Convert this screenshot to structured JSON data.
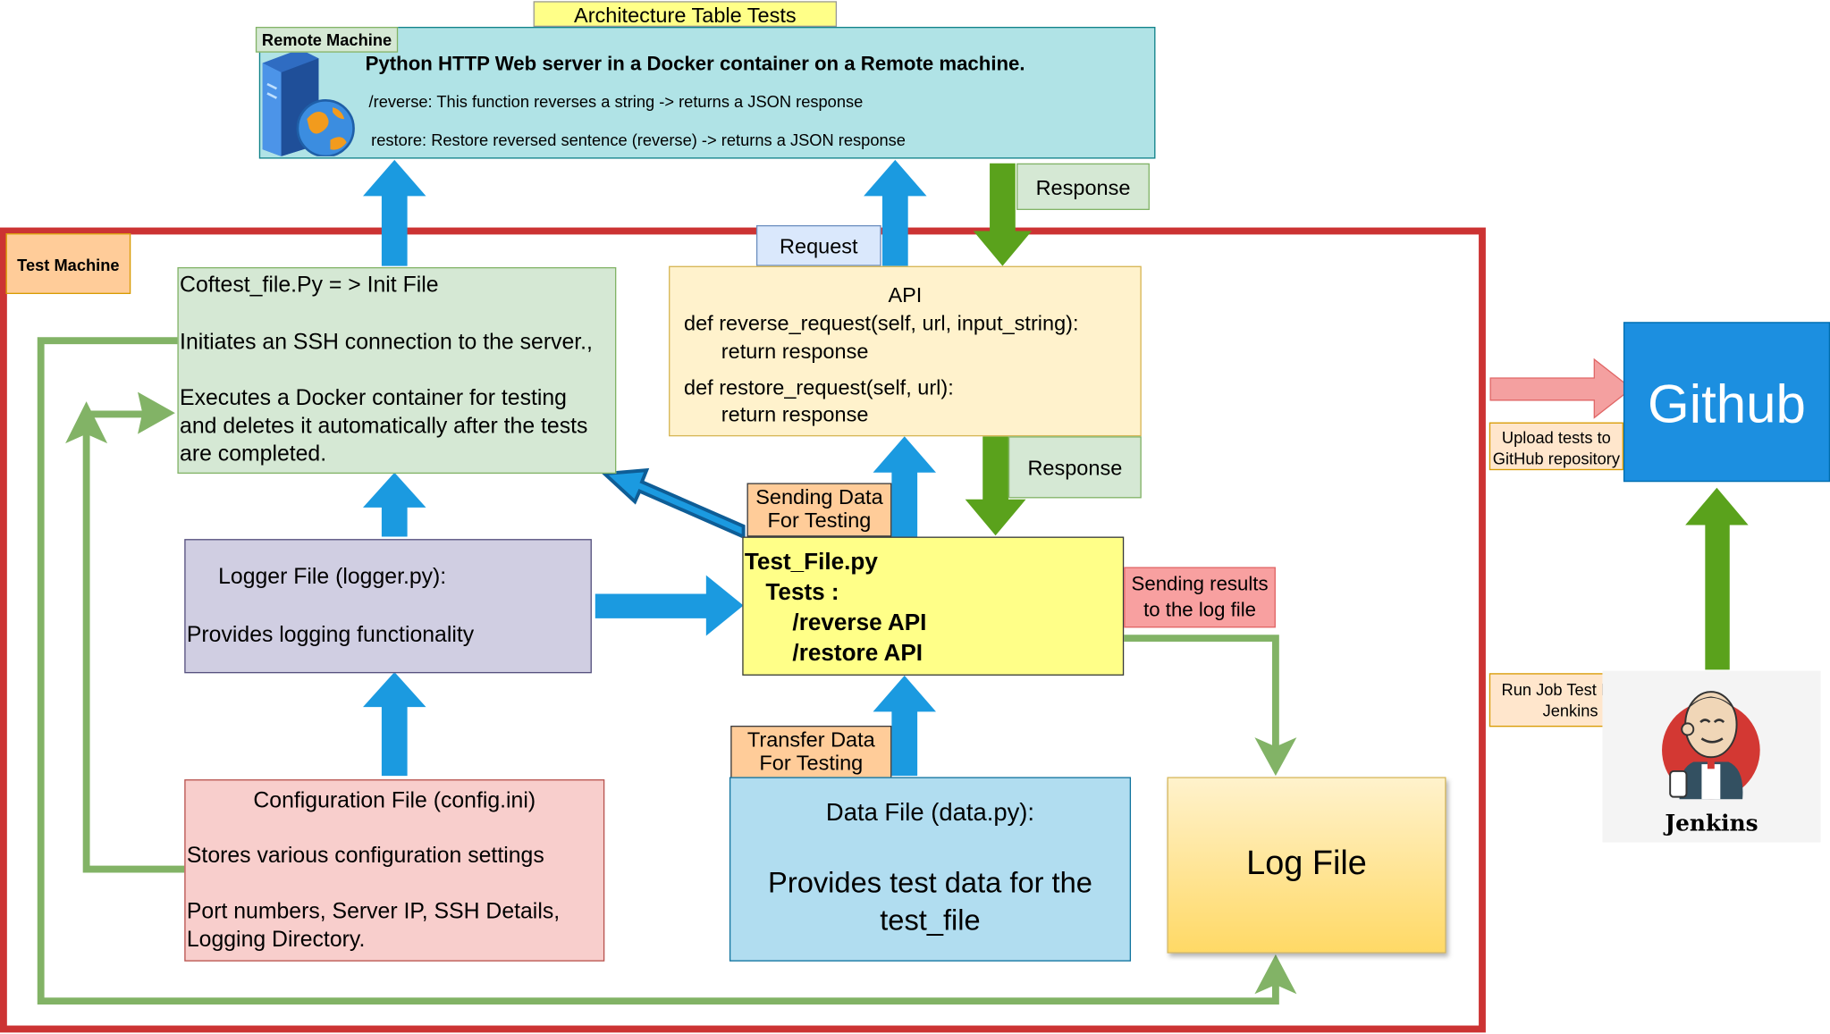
{
  "diagram": {
    "title": "Architecture Table Tests",
    "remote_machine": {
      "tag": "Remote Machine",
      "heading": "Python HTTP Web server in a Docker container on a Remote machine.",
      "line1": "/reverse: This function reverses a string -> returns a JSON response",
      "line2": "restore: Restore reversed sentence (reverse) -> returns a JSON response"
    },
    "test_machine": {
      "tag": "Test Machine"
    },
    "labels": {
      "response_top": "Response",
      "request": "Request",
      "response_mid": "Response",
      "sending_data": [
        "Sending Data",
        "For Testing"
      ],
      "transfer_data": [
        "Transfer Data",
        "For Testing"
      ],
      "sending_results": [
        "Sending results",
        "to the log file"
      ],
      "upload": [
        "Upload tests to",
        "GitHub repository"
      ],
      "run_job": [
        "Run Job Test From",
        "Jenkins"
      ]
    },
    "conftest": {
      "title": "Coftest_file.Py = > Init File",
      "line1": "Initiates an SSH connection to the server.,",
      "line2": "Executes a Docker container for testing",
      "line3": "and deletes it automatically after the tests",
      "line4": "are completed."
    },
    "api": {
      "title": "API",
      "line1": "def reverse_request(self, url, input_string):",
      "line2": "return response",
      "line3": "def restore_request(self, url):",
      "line4": "return response"
    },
    "logger": {
      "title": "Logger File (logger.py):",
      "line1": "Provides logging functionality"
    },
    "test_file": {
      "title": "Test_File.py",
      "tests": "Tests :",
      "item1": "/reverse API",
      "item2": "/restore API"
    },
    "config": {
      "title": "Configuration File (config.ini)",
      "line1": "Stores various configuration settings",
      "line2": "Port numbers, Server IP, SSH Details,",
      "line3": "Logging Directory."
    },
    "data_file": {
      "title": "Data File (data.py):",
      "line1": "Provides test data for the",
      "line2": "test_file"
    },
    "log_file": {
      "title": "Log File"
    },
    "github": {
      "title": "Github"
    },
    "jenkins": {
      "title": "Jenkins",
      "logo_icon": "jenkins-butler-icon"
    },
    "server_icon": "server-globe-icon",
    "colors": {
      "test_machine_border": "#cc3333",
      "remote_box": "#b0e3e6",
      "blue_arrow": "#1b9ae0",
      "green_arrow": "#5aa21c",
      "green_line": "#82b366",
      "github": "#1c8fe0",
      "conftest": "#d5e8d4",
      "api": "#fff2cc",
      "logger": "#d0cee2",
      "test_file": "#ffff88",
      "config": "#f8cecc",
      "data_file": "#b1ddf0"
    }
  }
}
